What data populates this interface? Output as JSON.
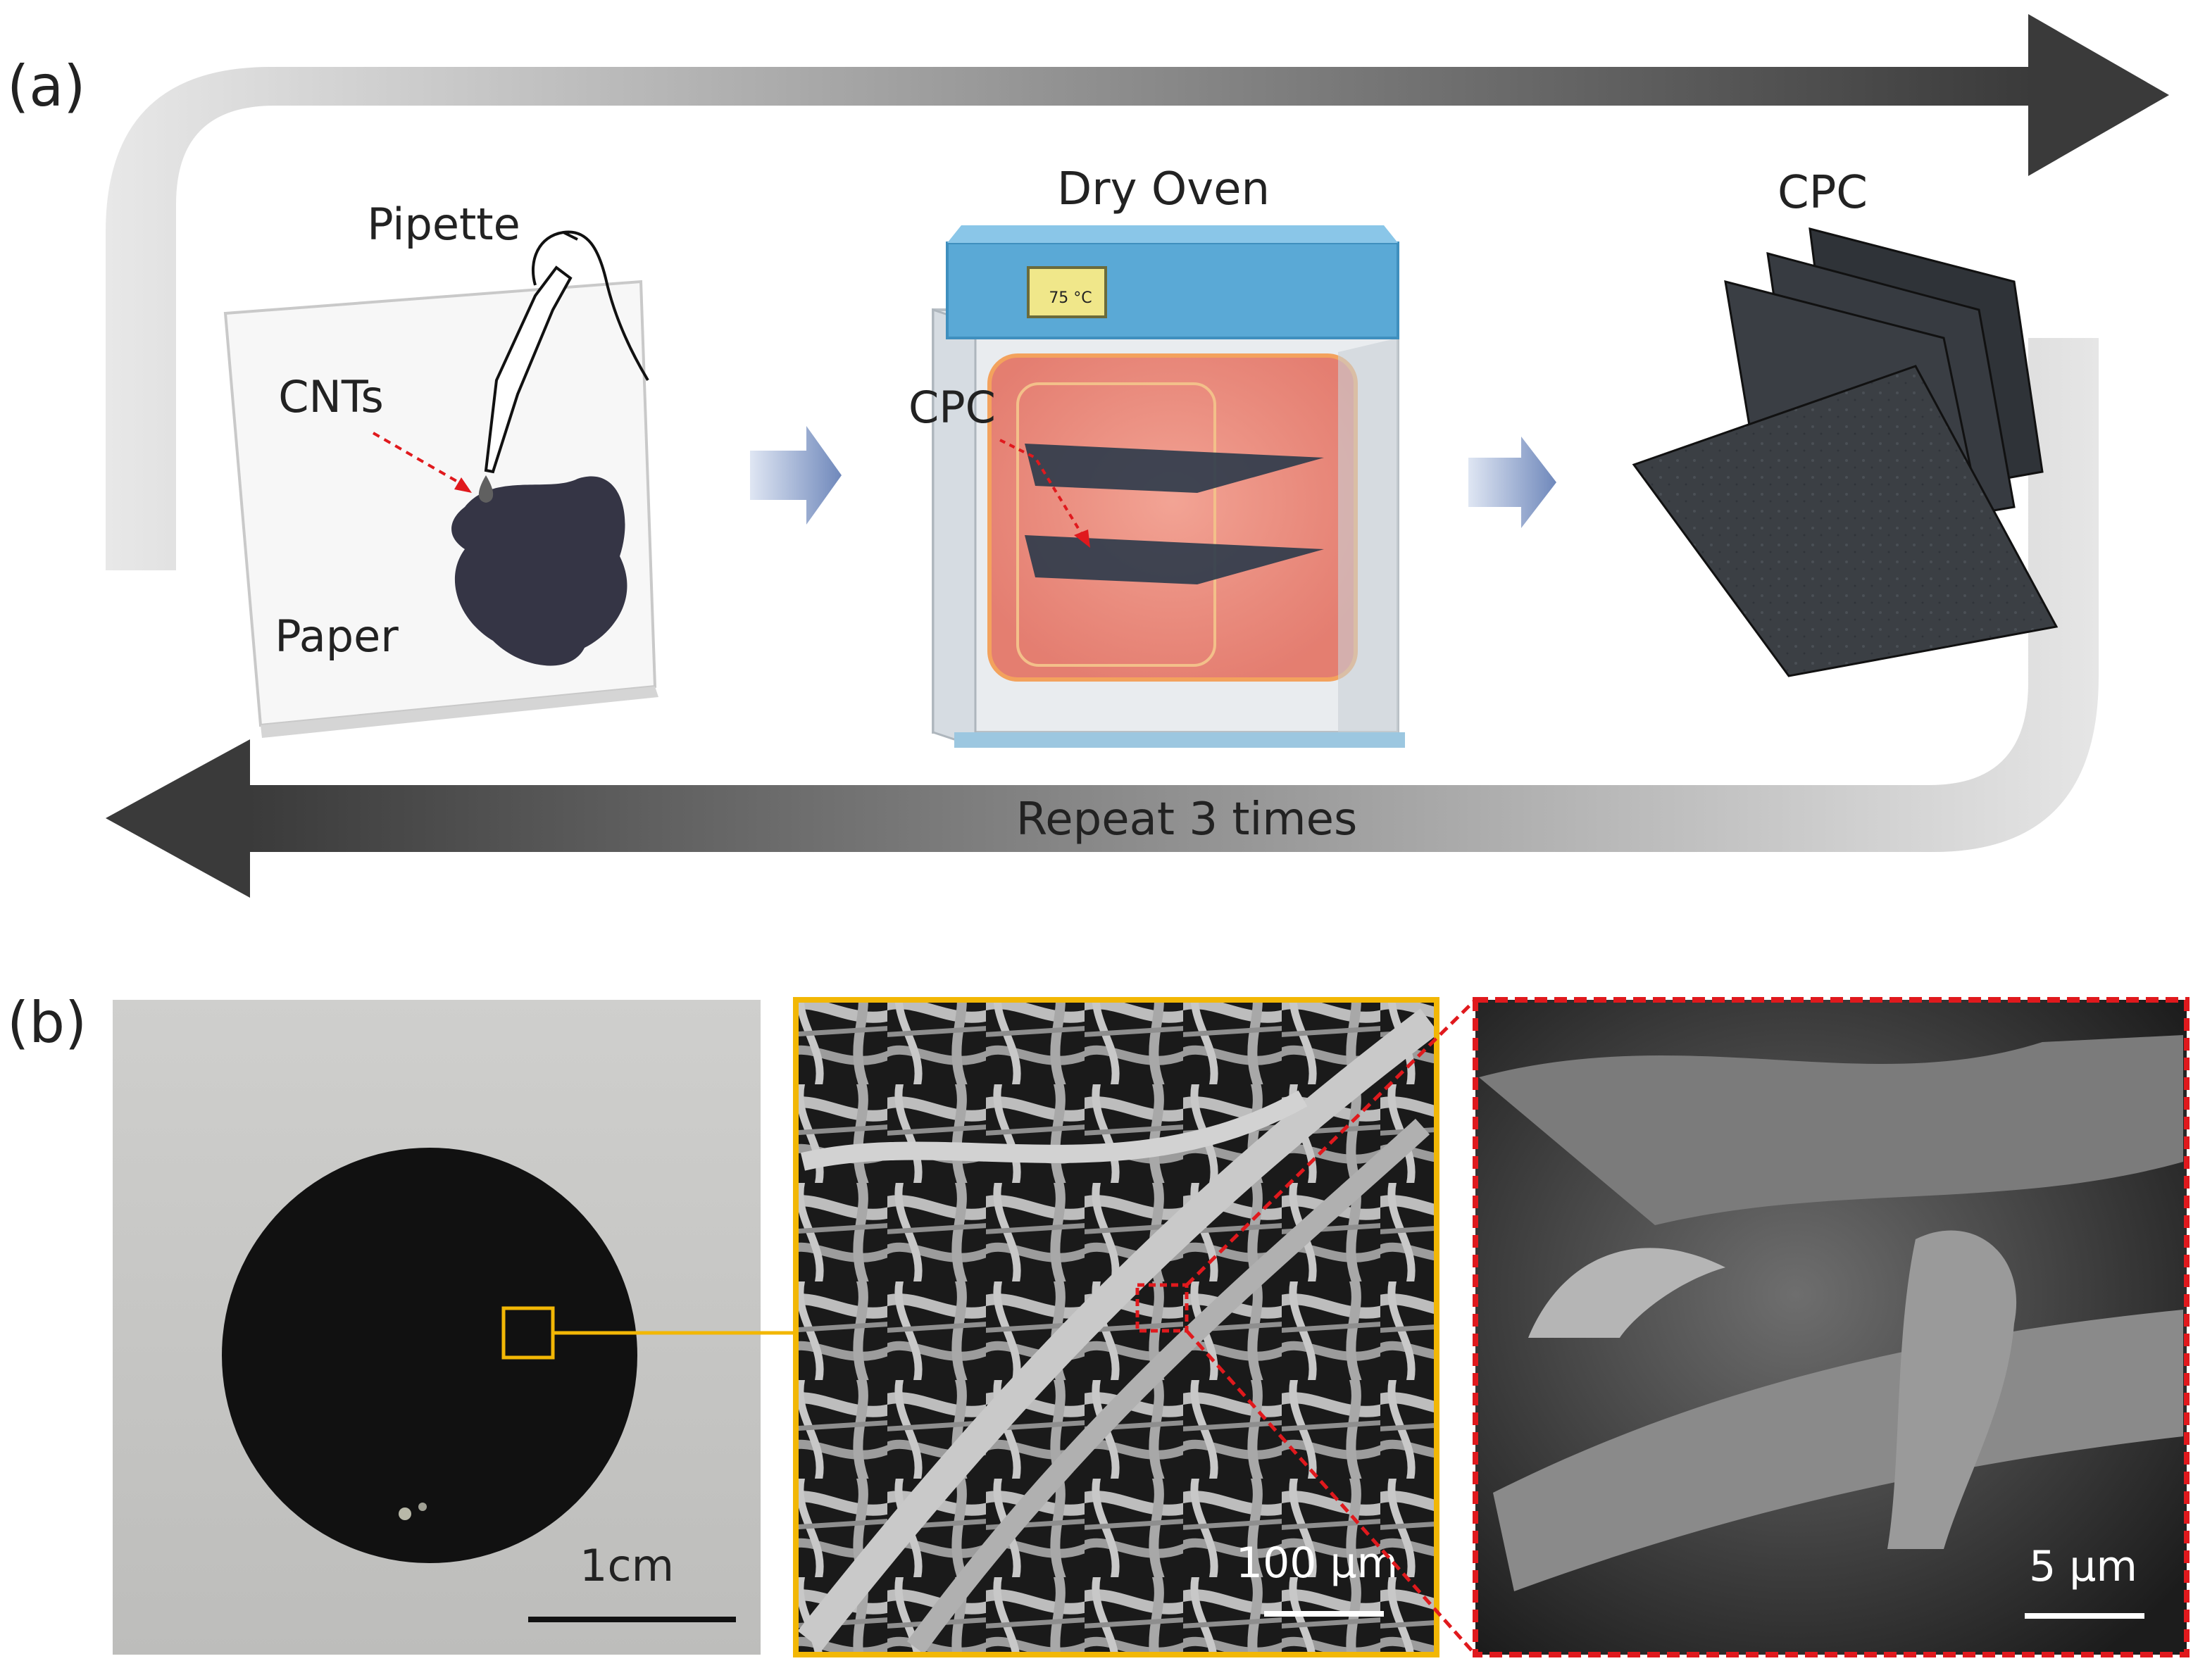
{
  "panel_a": {
    "label": "(a)",
    "step1": {
      "tool_label": "Pipette",
      "ink_label": "CNTs",
      "substrate_label": "Paper"
    },
    "step2": {
      "oven_label": "Dry Oven",
      "display_temp": "75 °C",
      "sample_label": "CPC"
    },
    "step3": {
      "product_label": "CPC"
    },
    "loop_label": "Repeat 3 times"
  },
  "panel_b": {
    "label": "(b)",
    "photo_scale": "1cm",
    "sem_low_scale": "100 µm",
    "sem_high_scale": "5 µm"
  },
  "colors": {
    "arrow_dark": "#3a3a3a",
    "arrow_light": "#e6e6e6",
    "step_arrow": "#7f96c2",
    "inset_yellow": "#f2b705",
    "inset_red": "#e0191d",
    "oven_top": "#5aa9d6",
    "oven_glow": "#f08070"
  }
}
